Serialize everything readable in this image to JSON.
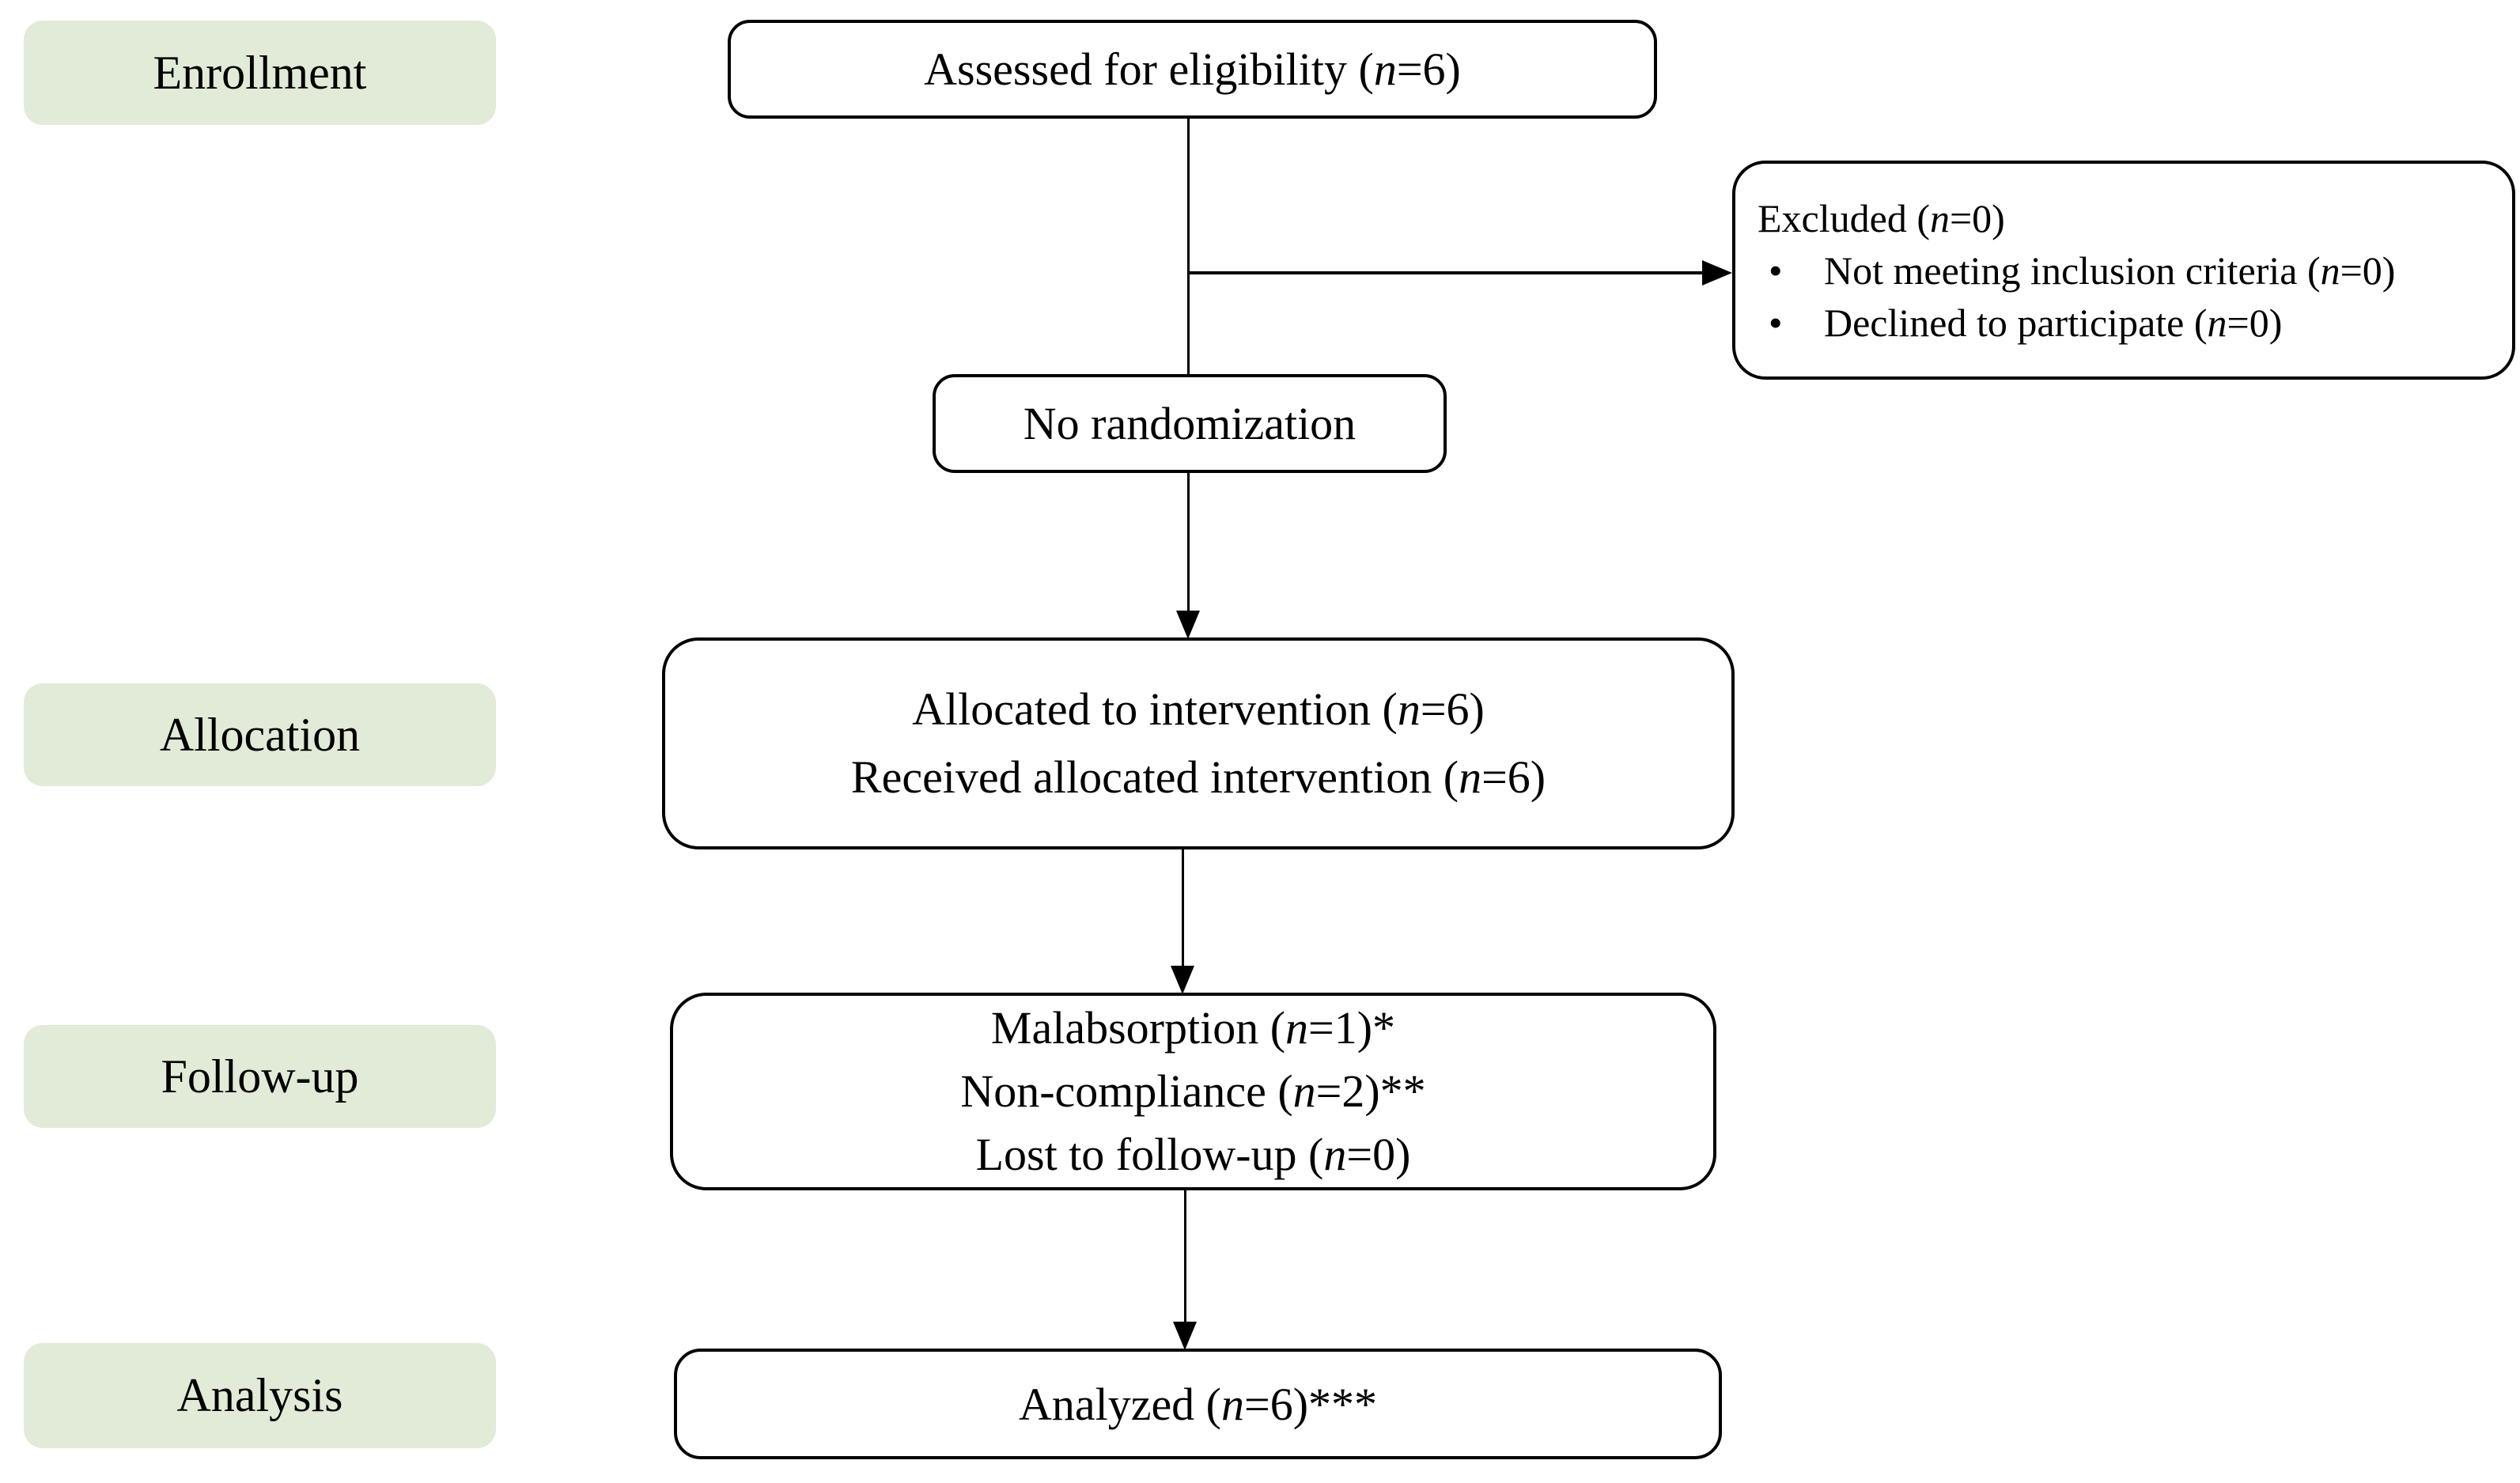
{
  "stages": [
    "Enrollment",
    "Allocation",
    "Follow-up",
    "Analysis"
  ],
  "boxes": {
    "assessed": {
      "text": "Assessed for eligibility (n=6)"
    },
    "excluded": {
      "title": "Excluded (n=0)",
      "bullet_glyph": "•",
      "bullets": [
        "Not meeting inclusion criteria (n=0)",
        "Declined to participate (n=0)"
      ]
    },
    "no_randomization": {
      "text": "No randomization"
    },
    "allocation": {
      "lines": [
        "Allocated to intervention (n=6)",
        "Received allocated intervention (n=6)"
      ]
    },
    "follow_up": {
      "lines": [
        "Malabsorption (n=1)*",
        "Non-compliance (n=2)**",
        "Lost to follow-up (n=0)"
      ]
    },
    "analyzed": {
      "text": "Analyzed (n=6)***"
    }
  },
  "colors": {
    "stage_fill": "#e1ebd7",
    "box_border": "#000000",
    "text": "#000000",
    "background": "#ffffff"
  }
}
